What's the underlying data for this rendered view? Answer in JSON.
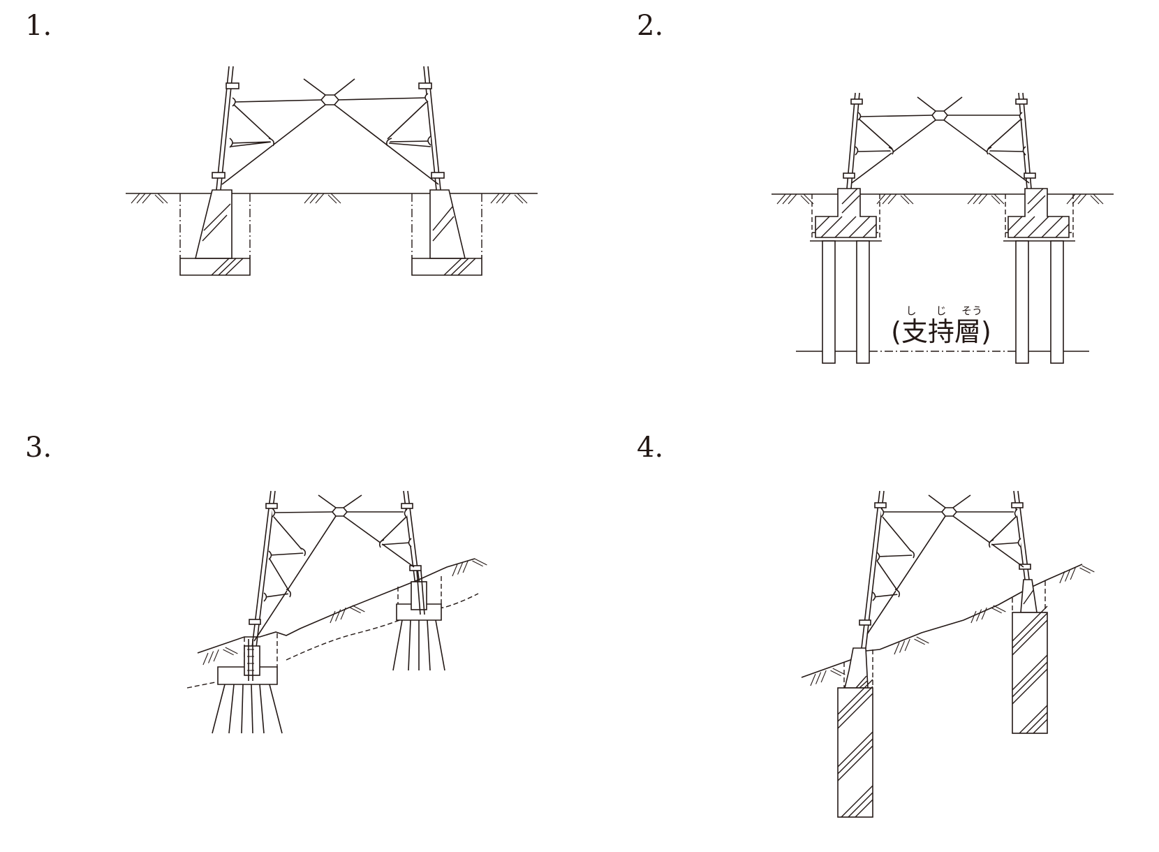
{
  "panels": [
    {
      "number": "1."
    },
    {
      "number": "2.",
      "stratum_label": "(支持層)",
      "ruby": [
        "し",
        "じ",
        "そう"
      ]
    },
    {
      "number": "3."
    },
    {
      "number": "4."
    }
  ],
  "colors": {
    "ink": "#231815",
    "background": "#ffffff"
  }
}
